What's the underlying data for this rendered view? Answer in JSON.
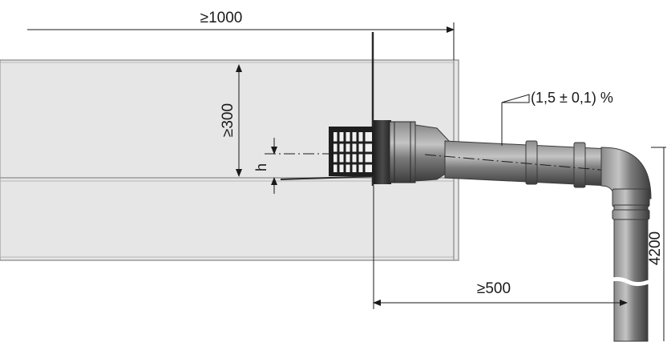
{
  "dimensions": {
    "top_width": "≥1000",
    "height_left": "≥300",
    "h_label": "h",
    "slope": "(1,5  ±  0,1) %",
    "bottom_width": "≥500",
    "vertical_right": "4200"
  },
  "colors": {
    "slab_fill": "#e6e6e6",
    "slab_edge": "#9a9a9a",
    "pipe_dark": "#3a3a3a",
    "pipe_mid": "#6e6e6e",
    "pipe_light": "#a8a8a8",
    "dim_line": "#1a1a1a"
  }
}
